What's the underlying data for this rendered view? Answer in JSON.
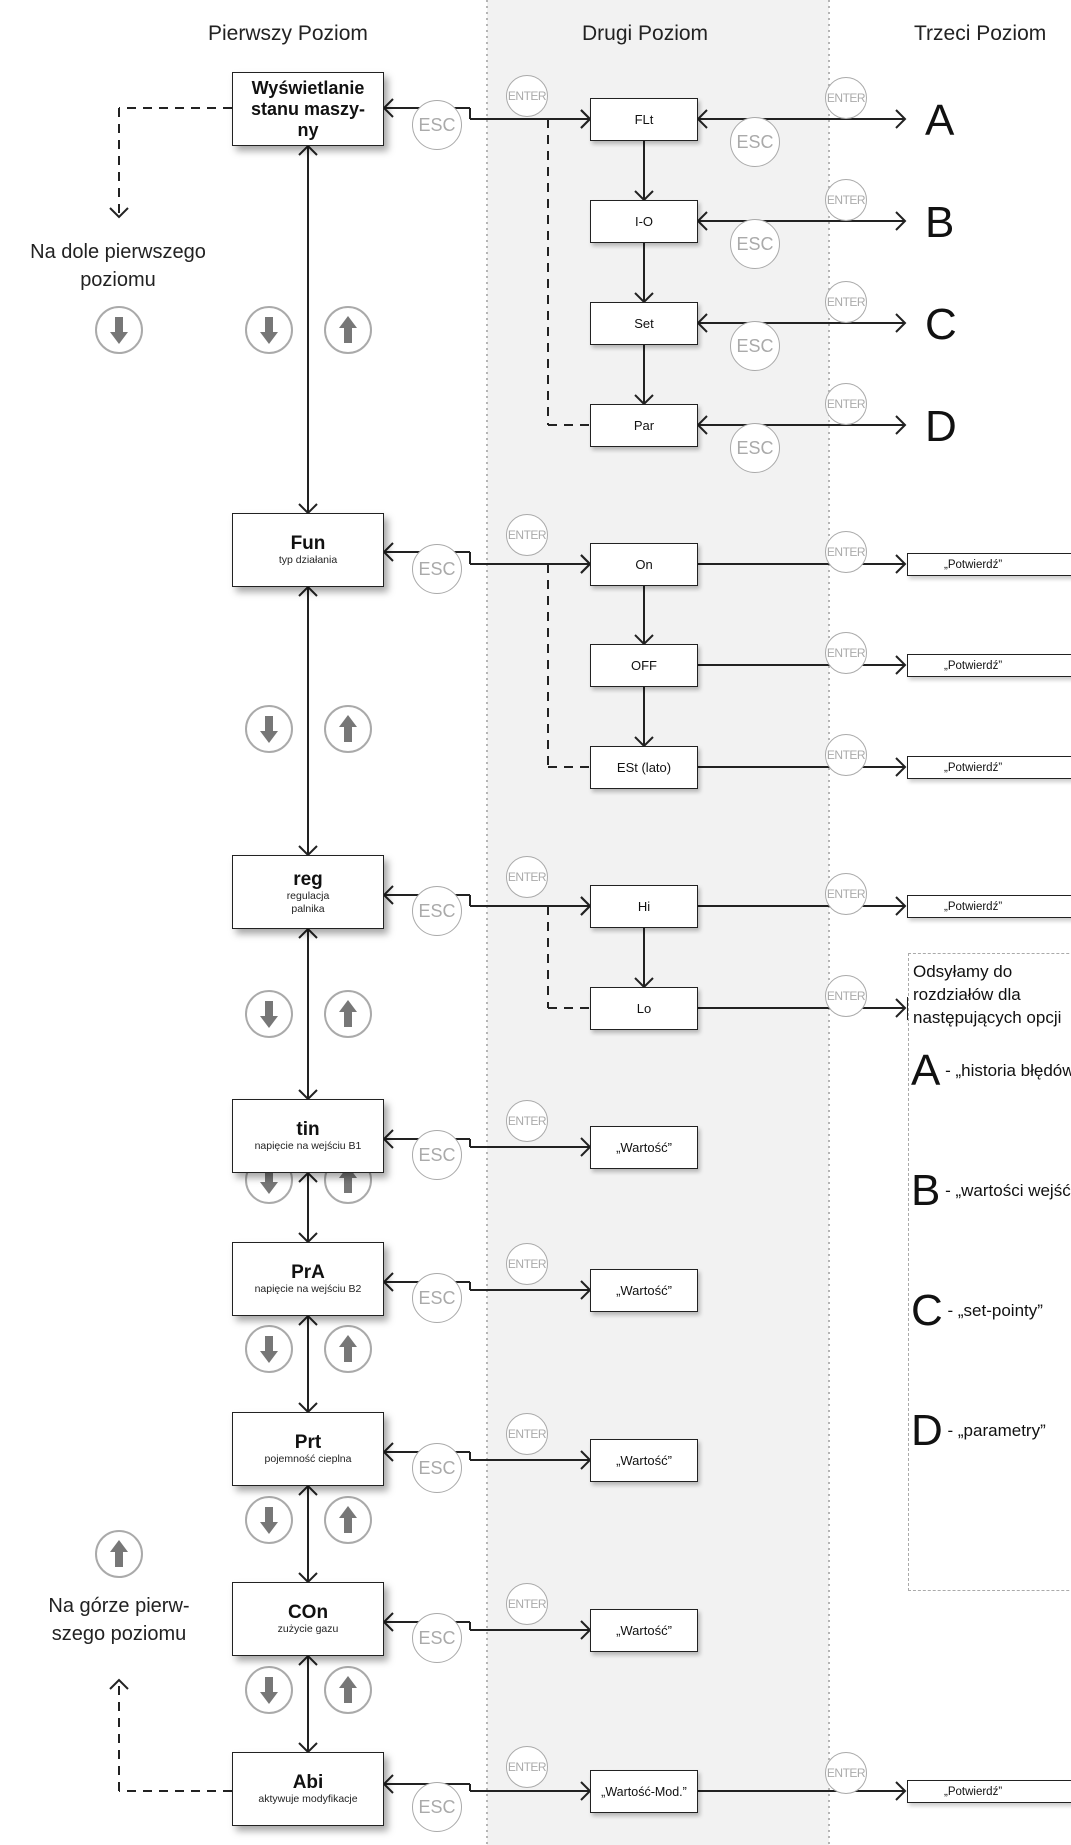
{
  "columns": [
    "Pierwszy Poziom",
    "Drugi Poziom",
    "Trzeci Poziom"
  ],
  "level1": [
    {
      "title": "Wyświetlanie stanu maszy-ny",
      "subtitle": ""
    },
    {
      "title": "Fun",
      "subtitle": "typ działania"
    },
    {
      "title": "reg",
      "subtitle": "regulacja palnika"
    },
    {
      "title": "tin",
      "subtitle": "napięcie na wejściu B1"
    },
    {
      "title": "PrA",
      "subtitle": "napięcie na wejściu B2"
    },
    {
      "title": "Prt",
      "subtitle": "pojemność cieplna"
    },
    {
      "title": "COn",
      "subtitle": "zużycie gazu"
    },
    {
      "title": "Abi",
      "subtitle": "aktywuje modyfikacje"
    }
  ],
  "level2": {
    "status": [
      "FLt",
      "I-O",
      "Set",
      "Par"
    ],
    "fun": [
      "On",
      "OFF",
      "ESt (lato)"
    ],
    "reg": [
      "Hi",
      "Lo"
    ],
    "value": "„Wartość”",
    "value_mod": "„Wartość-Mod.”"
  },
  "level3": {
    "letters": [
      "A",
      "B",
      "C",
      "D"
    ],
    "confirm": "„Potwierdź”"
  },
  "buttons": {
    "enter": "ENTER",
    "esc": "ESC"
  },
  "side_notes": {
    "bottom": "Na dole pierwszego poziomu",
    "top": "Na górze pierw-szego poziomu"
  },
  "legend": {
    "intro": "Odsyłamy do rozdziałów dla następujących opcji",
    "items": [
      {
        "letter": "A",
        "text": " - „historia błędów”"
      },
      {
        "letter": "B",
        "text": " - „wartości wejść-wyjść”"
      },
      {
        "letter": "C",
        "text": " - „set-pointy”"
      },
      {
        "letter": "D",
        "text": " - „parametry”"
      }
    ]
  },
  "colors": {
    "band": "#f2f2f2",
    "line": "#222222",
    "button": "#aaaaaa",
    "arrow_fill": "#777777"
  }
}
